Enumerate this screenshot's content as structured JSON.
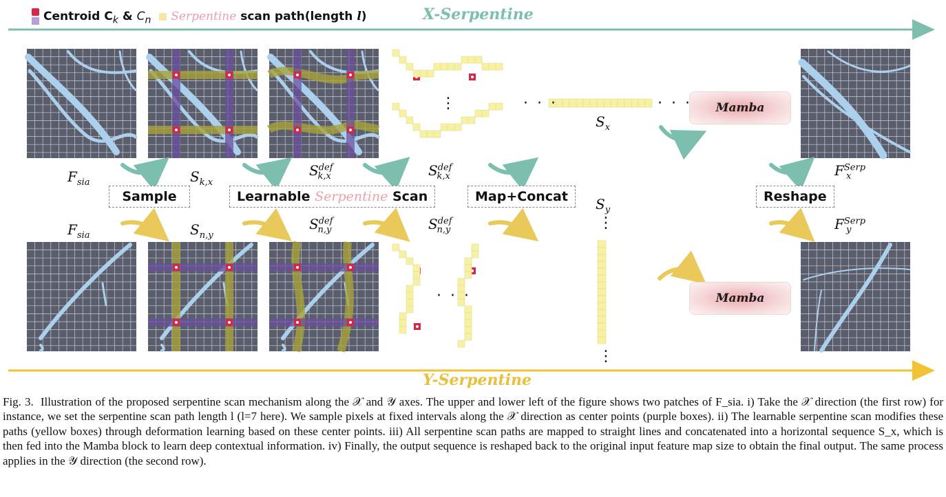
{
  "legend": {
    "centroid_label": "Centroid C",
    "centroid_sub_k": "k",
    "amp": "&",
    "centroid_label2": "C",
    "centroid_sub_n": "n",
    "serpentine_word": "Serpentine",
    "scan_path_label": "scan path(length",
    "length_symbol": "l",
    "close_paren": ")"
  },
  "axes": {
    "x_title": "X-Serpentine",
    "y_title": "Y-Serpentine",
    "x_color": "#7dbfae",
    "y_color": "#f1c232"
  },
  "steps": {
    "sample": "Sample",
    "learnable_prefix": "Learnable",
    "learnable_serp": "Serpentine",
    "learnable_suffix": "Scan",
    "map_concat": "Map+Concat",
    "reshape": "Reshape"
  },
  "labels": {
    "F": "F",
    "sia": "sia",
    "S": "S",
    "kx": "k,x",
    "ny": "n,y",
    "def": "def",
    "x": "x",
    "y": "y",
    "serp": "Serp"
  },
  "mamba_label": "Mamba",
  "ellipsis_h": "· · ·",
  "ellipsis_v": "⋮",
  "colors": {
    "grid_bg": "#5a5d6b",
    "vessel": "#a8d0ef",
    "path_yellow": "#f7f2a3",
    "path_olive": "#a7a23a",
    "purple": "#6a4f9c",
    "centroid": "#d6274a",
    "pink_text": "#e9a2ad"
  },
  "caption": {
    "fig_label": "Fig. 3.",
    "text": "Illustration of the proposed serpentine scan mechanism along the 𝒳 and 𝒴 axes. The upper and lower left of the figure shows two patches of F_sia. i) Take the 𝒳 direction (the first row) for instance, we set the serpentine scan path length l (l=7 here). We sample pixels at fixed intervals along the 𝒳 direction as center points (purple boxes). ii) The learnable serpentine scan modifies these paths (yellow boxes) through deformation learning based on these center points. iii) All serpentine scan paths are mapped to straight lines and concatenated into a horizontal sequence S_x, which is then fed into the Mamba block to learn deep contextual information. iv) Finally, the output sequence is reshaped back to the original input feature map size to obtain the final output. The same process applies in the 𝒴 direction (the second row)."
  }
}
